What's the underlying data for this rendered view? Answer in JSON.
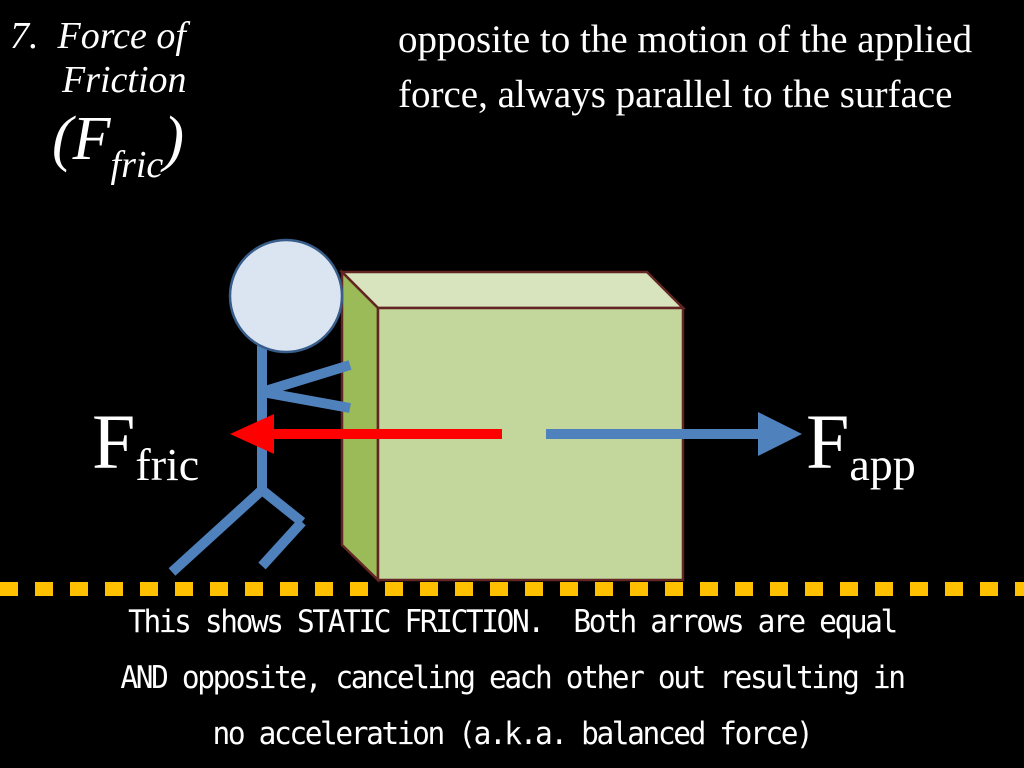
{
  "heading": {
    "number": "7.",
    "title_line1": "Force of",
    "title_line2": "Friction",
    "symbol_open": "(F",
    "symbol_sub": "fric",
    "symbol_close": ")"
  },
  "description": "opposite to the motion of the applied force, always parallel to the surface",
  "diagram": {
    "friction_label": "F",
    "friction_sub": "fric",
    "applied_label": "F",
    "applied_sub": "app"
  },
  "caption": {
    "line1": "This shows STATIC FRICTION.  Both arrows are equal",
    "line2": "AND opposite, canceling each other out resulting in",
    "line3": "no acceleration (a.k.a. balanced force)"
  },
  "colors": {
    "background": "#000000",
    "text": "#ffffff",
    "friction_arrow": "#ff0000",
    "applied_arrow": "#4f81bd",
    "box_front": "#c3d69b",
    "box_top": "#d7e4bd",
    "box_side": "#9bbb59",
    "box_outline": "#632523",
    "stick_figure": "#4f81bd",
    "head_fill": "#dbe5f1",
    "ground_dash": "#ffc000"
  }
}
